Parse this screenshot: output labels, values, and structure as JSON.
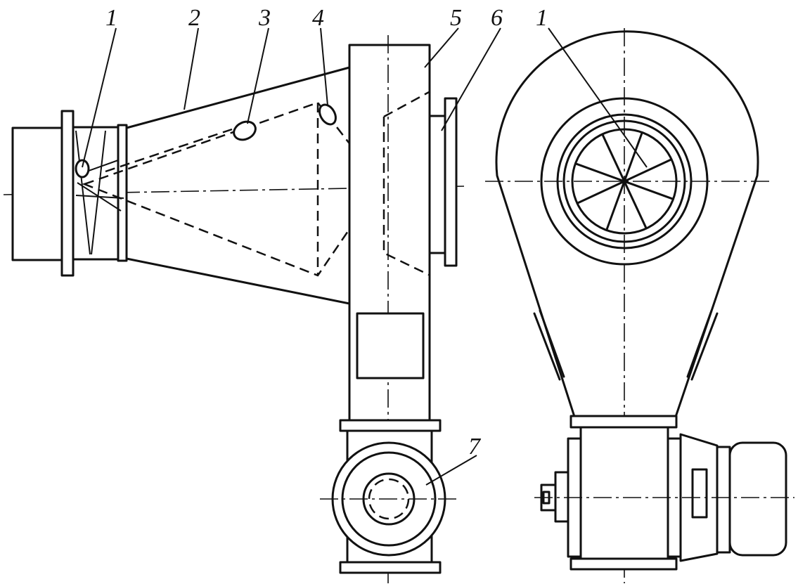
{
  "callouts": {
    "c1_left": "1",
    "c2": "2",
    "c3": "3",
    "c4": "4",
    "c5": "5",
    "c6": "6",
    "c1_right": "1",
    "c7": "7"
  }
}
